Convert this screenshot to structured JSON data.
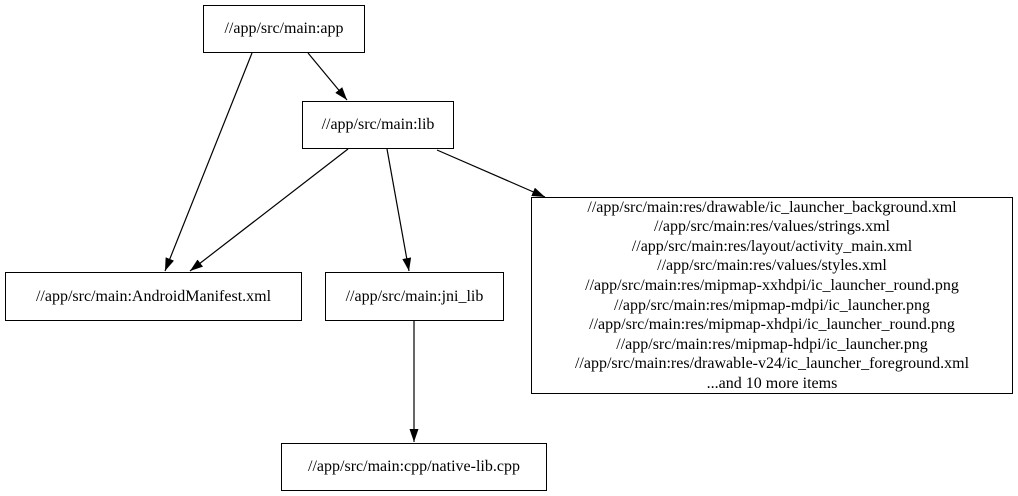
{
  "graph": {
    "background_color": "#ffffff",
    "node_border_color": "#000000",
    "edge_color": "#000000",
    "text_color": "#000000",
    "nodes": {
      "app": {
        "label": "//app/src/main:app"
      },
      "lib": {
        "label": "//app/src/main:lib"
      },
      "manifest": {
        "label": "//app/src/main:AndroidManifest.xml"
      },
      "jni_lib": {
        "label": "//app/src/main:jni_lib"
      },
      "native": {
        "label": "//app/src/main:cpp/native-lib.cpp"
      },
      "resources": {
        "lines": [
          "//app/src/main:res/drawable/ic_launcher_background.xml",
          "//app/src/main:res/values/strings.xml",
          "//app/src/main:res/layout/activity_main.xml",
          "//app/src/main:res/values/styles.xml",
          "//app/src/main:res/mipmap-xxhdpi/ic_launcher_round.png",
          "//app/src/main:res/mipmap-mdpi/ic_launcher.png",
          "//app/src/main:res/mipmap-xhdpi/ic_launcher_round.png",
          "//app/src/main:res/mipmap-hdpi/ic_launcher.png",
          "//app/src/main:res/drawable-v24/ic_launcher_foreground.xml",
          "...and 10 more items"
        ]
      }
    },
    "edges": [
      {
        "from": "app",
        "to": "manifest"
      },
      {
        "from": "app",
        "to": "lib"
      },
      {
        "from": "lib",
        "to": "manifest"
      },
      {
        "from": "lib",
        "to": "jni_lib"
      },
      {
        "from": "lib",
        "to": "resources"
      },
      {
        "from": "jni_lib",
        "to": "native"
      }
    ]
  }
}
